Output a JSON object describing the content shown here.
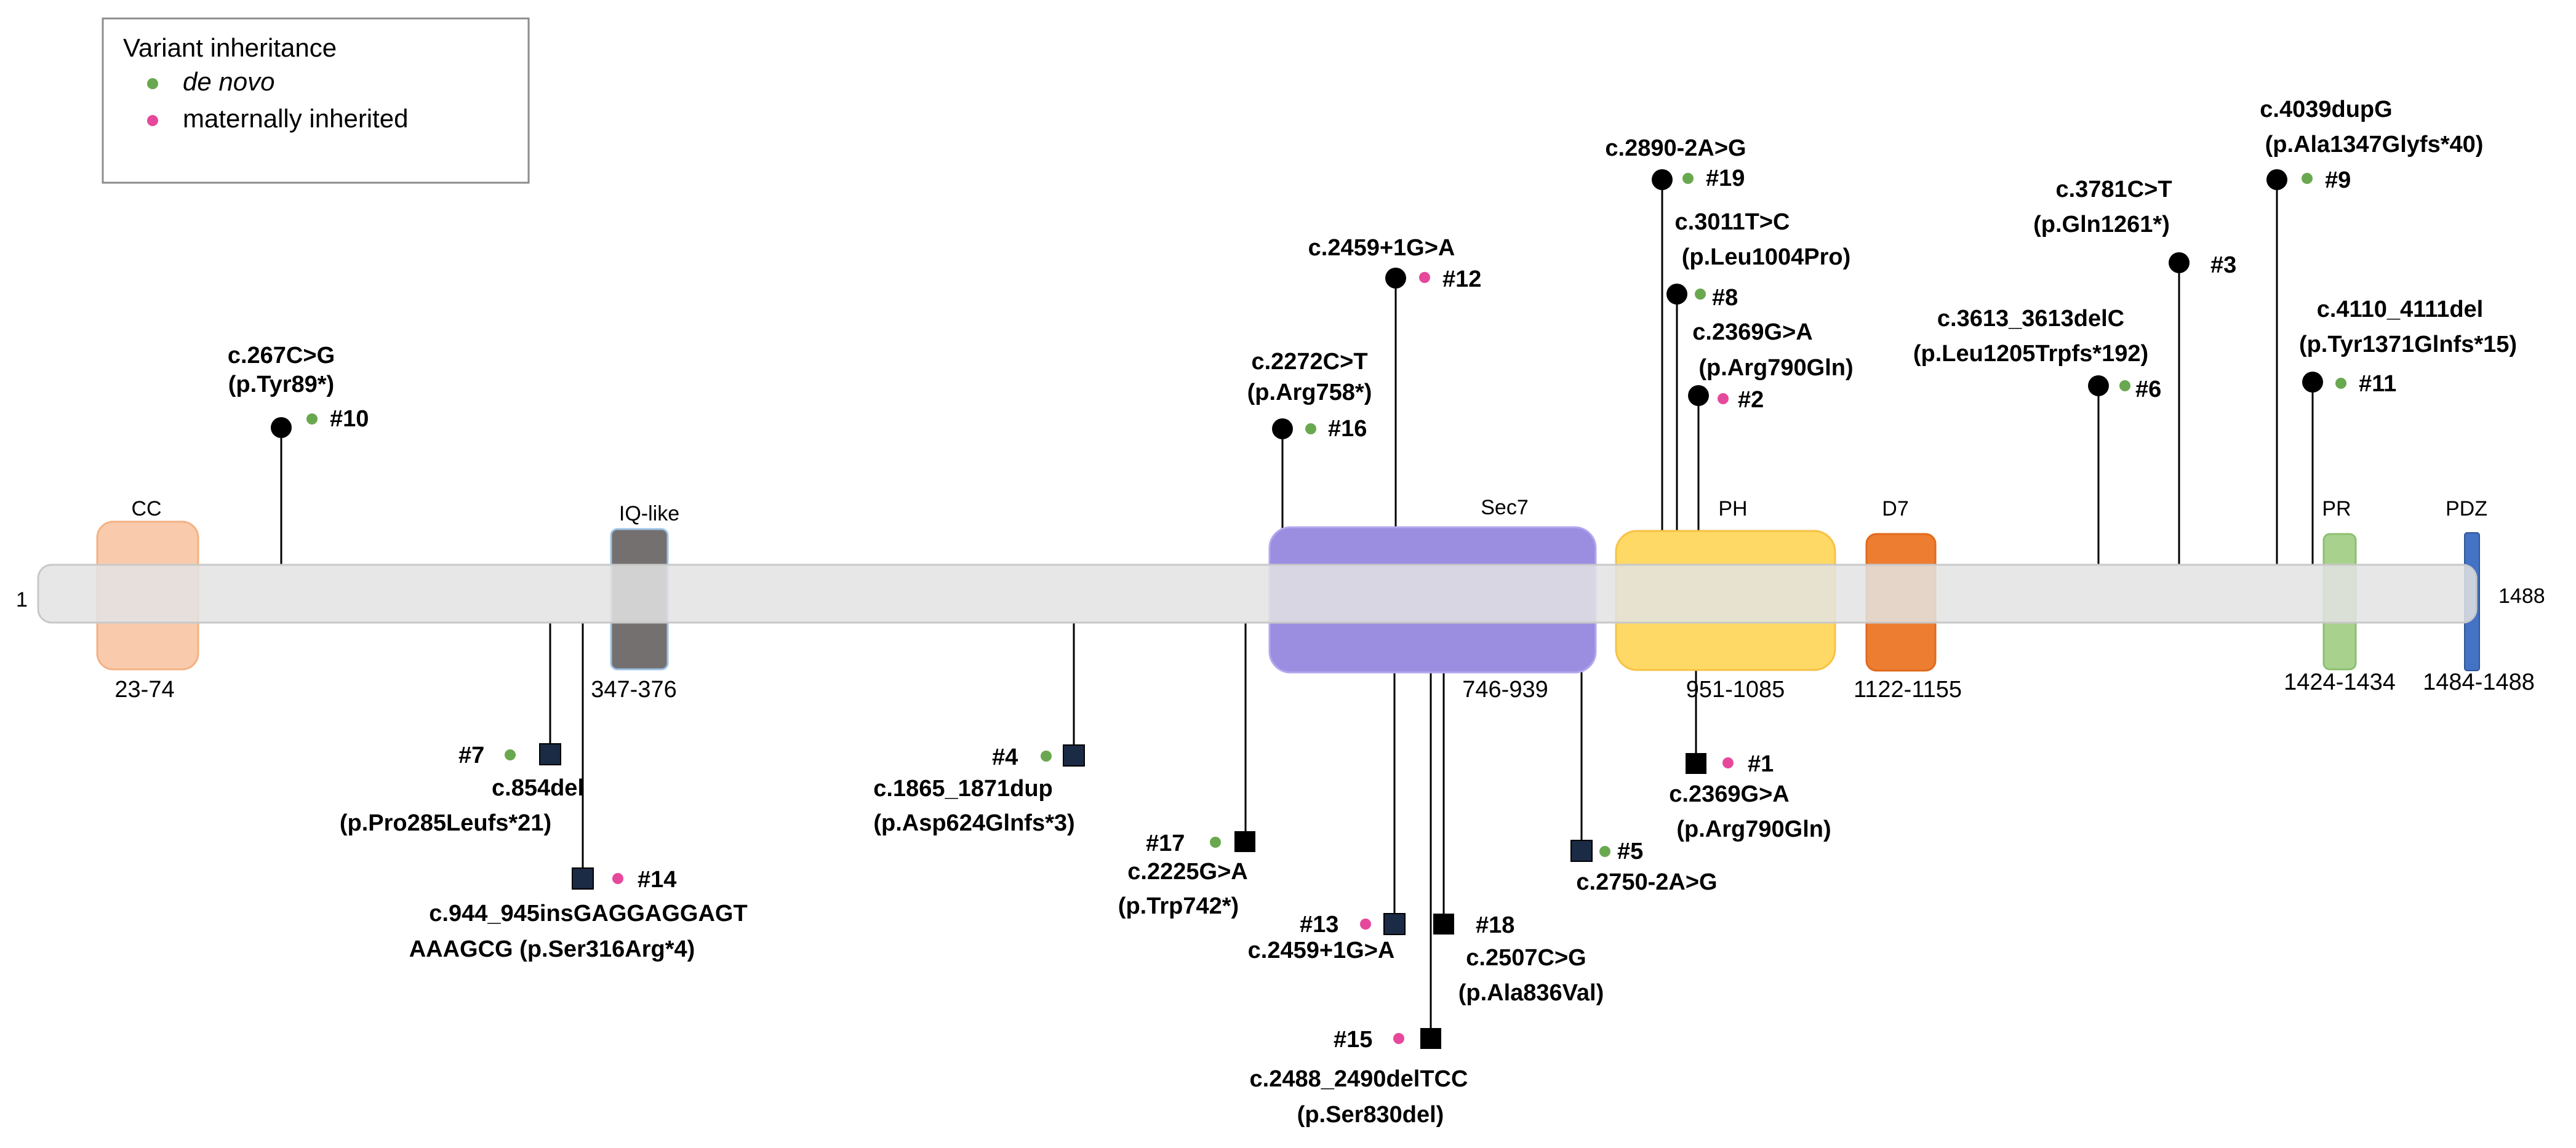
{
  "protein": {
    "start_label": "1",
    "end_label": "1488"
  },
  "legend": {
    "title": "Variant inheritance",
    "items": [
      {
        "label": "de novo",
        "color": "#6aa84f",
        "italic": true
      },
      {
        "label": "maternally inherited",
        "color": "#e6489b",
        "italic": false
      }
    ]
  },
  "colors": {
    "de_novo": "#6aa84f",
    "maternal": "#e6489b",
    "backbone": "#e3e3e3"
  },
  "domains": [
    {
      "name": "CC",
      "range": "23-74",
      "color": "#f9cbac"
    },
    {
      "name": "IQ-like",
      "range": "347-376",
      "color": "#757070"
    },
    {
      "name": "Sec7",
      "range": "746-939",
      "color": "#9b8ee0"
    },
    {
      "name": "PH",
      "range": "951-1085",
      "color": "#ffd966"
    },
    {
      "name": "D7",
      "range": "1122-1155",
      "color": "#ed7d31"
    },
    {
      "name": "PR",
      "range": "1424-1434",
      "color": "#a9d18e"
    },
    {
      "name": "PDZ",
      "range": "1484-1488",
      "color": "#4472c4"
    }
  ],
  "variants": [
    {
      "id": "#10",
      "lines": [
        "c.267C>G",
        "(p.Tyr89*)"
      ],
      "inheritance": "de_novo",
      "marker": "circle"
    },
    {
      "id": "#16",
      "lines": [
        "c.2272C>T",
        "(p.Arg758*)"
      ],
      "inheritance": "de_novo",
      "marker": "circle"
    },
    {
      "id": "#12",
      "lines": [
        "c.2459+1G>A"
      ],
      "inheritance": "maternal",
      "marker": "circle"
    },
    {
      "id": "#19",
      "lines": [
        "c.2890-2A>G"
      ],
      "inheritance": "de_novo",
      "marker": "circle"
    },
    {
      "id": "#8",
      "lines": [
        "c.3011T>C",
        "(p.Leu1004Pro)"
      ],
      "inheritance": "de_novo",
      "marker": "circle"
    },
    {
      "id": "#2",
      "lines": [
        "c.2369G>A",
        "(p.Arg790Gln)"
      ],
      "inheritance": "maternal",
      "marker": "circle"
    },
    {
      "id": "#6",
      "lines": [
        "c.3613_3613delC",
        "(p.Leu1205Trpfs*192)"
      ],
      "inheritance": "de_novo",
      "marker": "circle"
    },
    {
      "id": "#3",
      "lines": [
        "c.3781C>T",
        "(p.Gln1261*)"
      ],
      "inheritance": null,
      "marker": "circle"
    },
    {
      "id": "#9",
      "lines": [
        "c.4039dupG",
        "(p.Ala1347Glyfs*40)"
      ],
      "inheritance": "de_novo",
      "marker": "circle"
    },
    {
      "id": "#11",
      "lines": [
        "c.4110_4111del",
        "(p.Tyr1371Glnfs*15)"
      ],
      "inheritance": "de_novo",
      "marker": "circle"
    },
    {
      "id": "#7",
      "lines": [
        "c.854del",
        "(p.Pro285Leufs*21)"
      ],
      "inheritance": "de_novo",
      "marker": "square"
    },
    {
      "id": "#14",
      "lines": [
        "c.944_945insGAGGAGGAGT",
        "AAAGCG (p.Ser316Arg*4)"
      ],
      "inheritance": "maternal",
      "marker": "square"
    },
    {
      "id": "#4",
      "lines": [
        "c.1865_1871dup",
        "(p.Asp624Glnfs*3)"
      ],
      "inheritance": "de_novo",
      "marker": "square"
    },
    {
      "id": "#17",
      "lines": [
        "c.2225G>A",
        "(p.Trp742*)"
      ],
      "inheritance": "de_novo",
      "marker": "square"
    },
    {
      "id": "#13",
      "lines": [
        "c.2459+1G>A"
      ],
      "inheritance": "maternal",
      "marker": "square"
    },
    {
      "id": "#15",
      "lines": [
        "c.2488_2490delTCC",
        "(p.Ser830del)"
      ],
      "inheritance": "maternal",
      "marker": "square"
    },
    {
      "id": "#18",
      "lines": [
        "c.2507C>G",
        "(p.Ala836Val)"
      ],
      "inheritance": null,
      "marker": "square"
    },
    {
      "id": "#5",
      "lines": [
        "c.2750-2A>G"
      ],
      "inheritance": "de_novo",
      "marker": "square"
    },
    {
      "id": "#1",
      "lines": [
        "c.2369G>A",
        "(p.Arg790Gln)"
      ],
      "inheritance": "maternal",
      "marker": "square"
    }
  ]
}
